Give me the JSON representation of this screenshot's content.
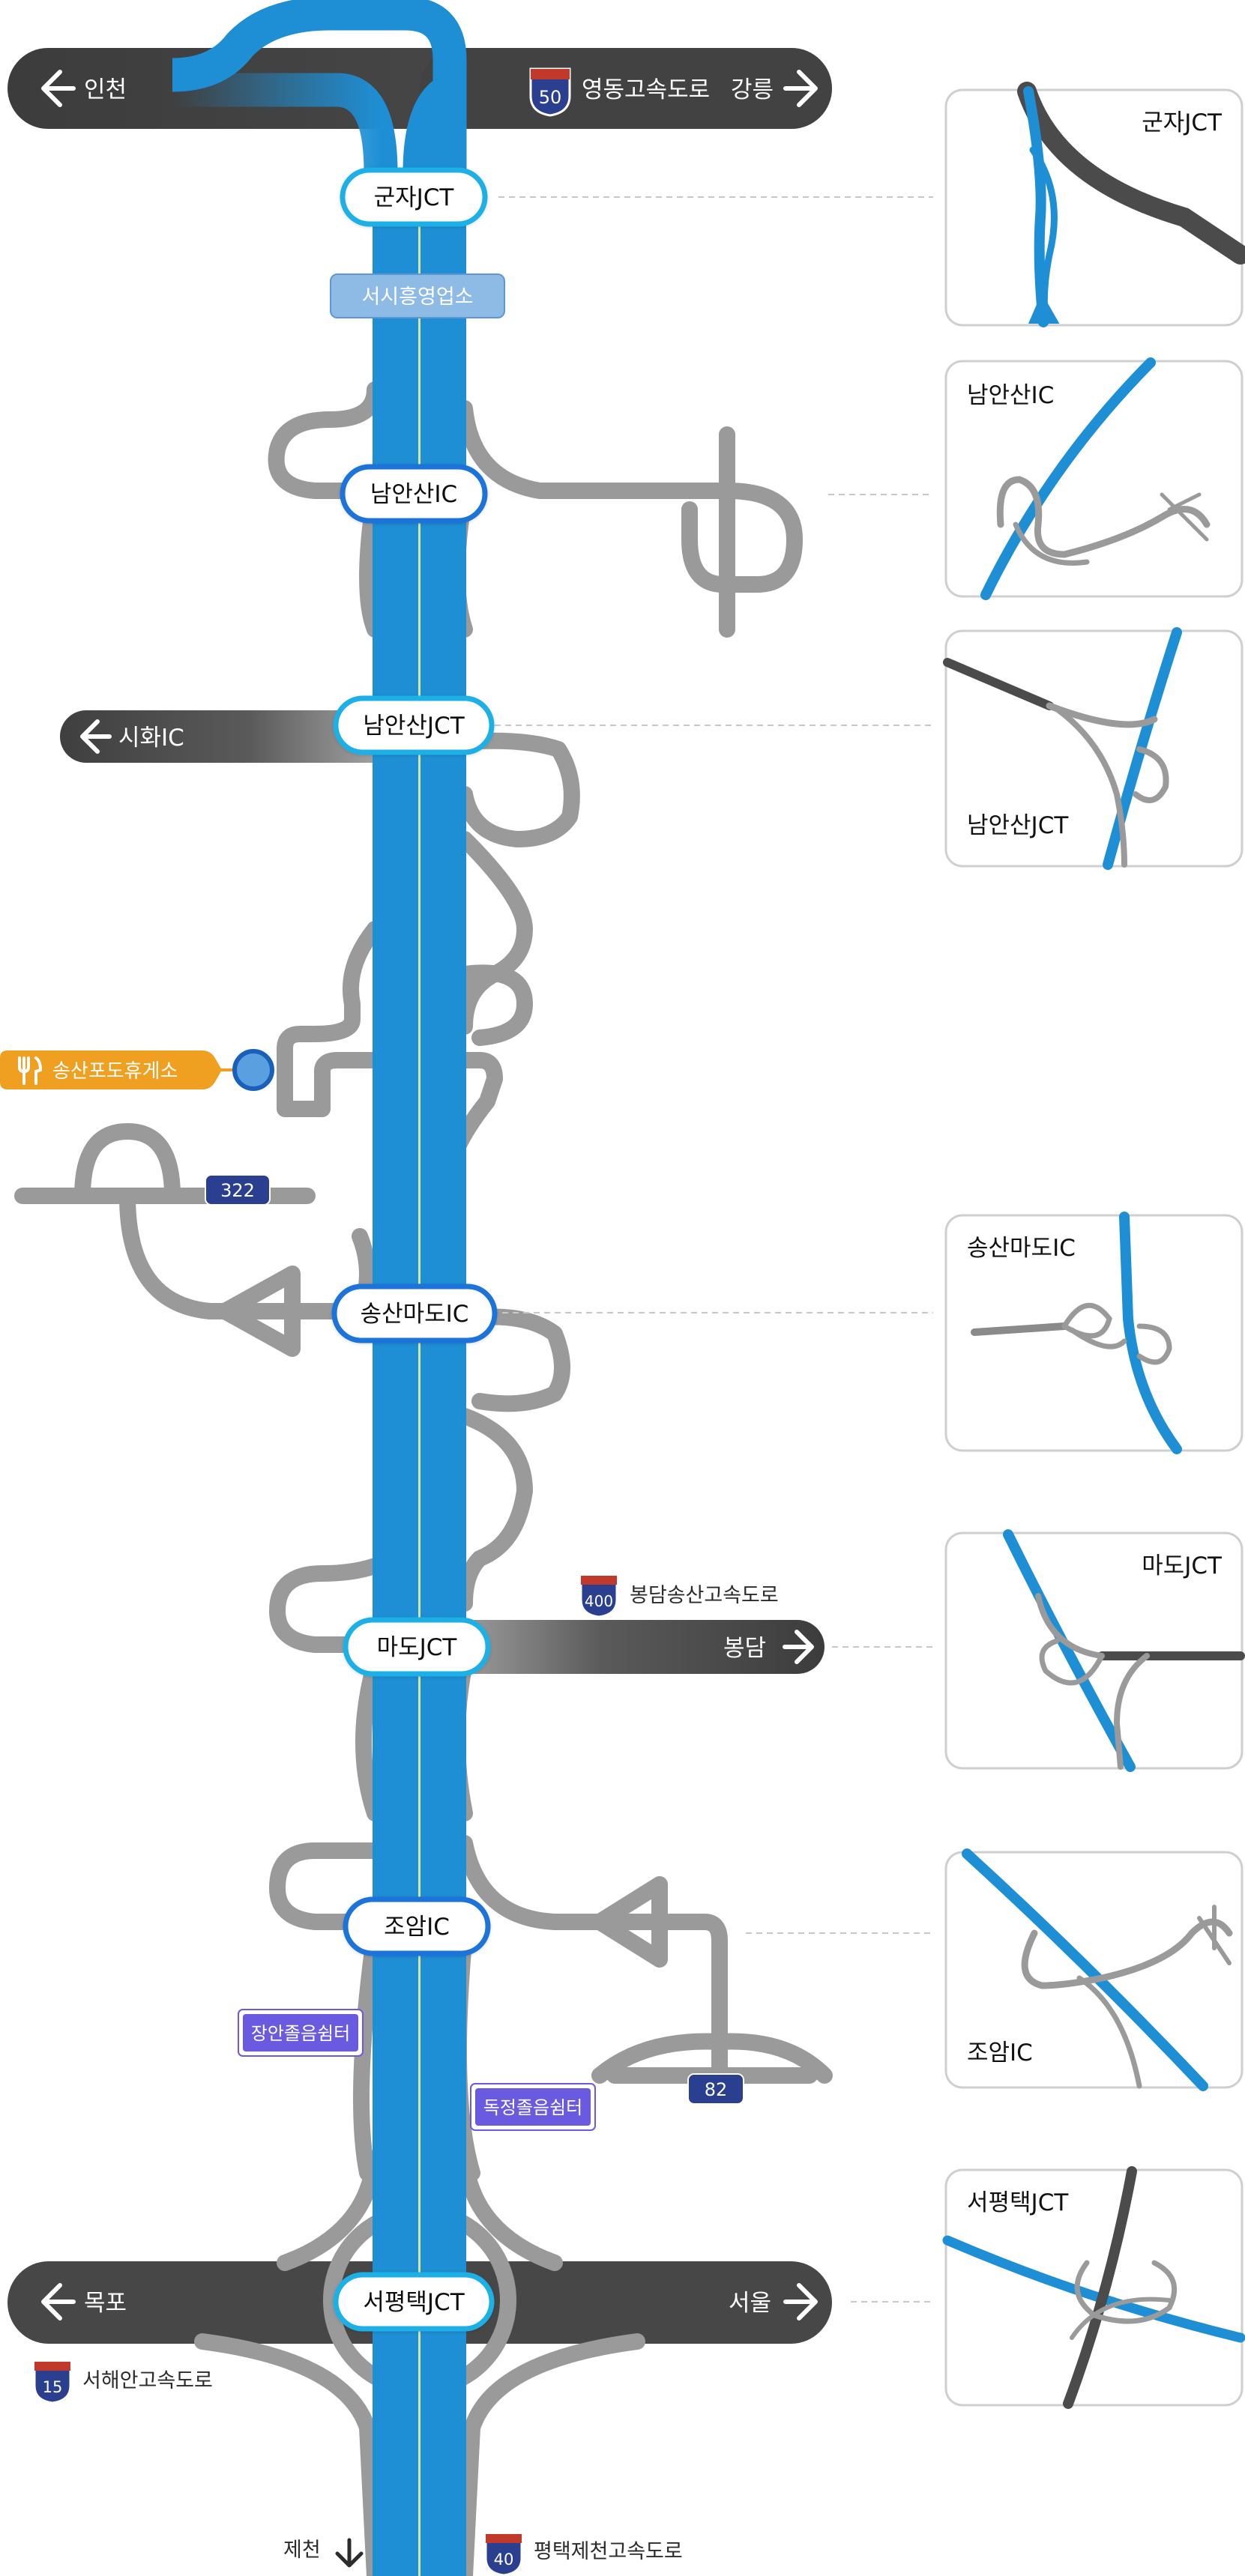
{
  "diagram": {
    "interchanges": [
      {
        "name": "군자JCT"
      },
      {
        "name": "남안산IC"
      },
      {
        "name": "남안산JCT"
      },
      {
        "name": "송산마도IC"
      },
      {
        "name": "마도JCT"
      },
      {
        "name": "조암IC"
      },
      {
        "name": "서평택JCT"
      }
    ],
    "toll_office": "서시흥영업소",
    "directions": {
      "incheon": "인천",
      "gangneung": "강릉",
      "sihwa": "시화IC",
      "bongdam": "봉담",
      "mokpo": "목포",
      "seoul": "서울",
      "jecheon": "제천"
    },
    "highways": {
      "yeongdong": {
        "number": "50",
        "name": "영동고속도로"
      },
      "bongdam_songsan": {
        "number": "400",
        "name": "봉담송산고속도로"
      },
      "seohaean": {
        "number": "15",
        "name": "서해안고속도로"
      },
      "pyeongtaek_jecheon": {
        "number": "40",
        "name": "평택제천고속도로"
      }
    },
    "rest_area": {
      "name": "송산포도휴게소",
      "icon": "fork-knife-icon"
    },
    "local_routes": [
      "322",
      "82"
    ],
    "rest_stops": [
      "장안졸음쉼터",
      "독정졸음쉼터"
    ],
    "thumbnails": [
      {
        "label": "군자JCT"
      },
      {
        "label": "남안산IC"
      },
      {
        "label": "남안산JCT"
      },
      {
        "label": "송산마도IC"
      },
      {
        "label": "마도JCT"
      },
      {
        "label": "조암IC"
      },
      {
        "label": "서평택JCT"
      }
    ],
    "colors": {
      "main_road": "#1e8fd5",
      "dark_road": "#4a4a4a",
      "ramp": "#9a9a9a",
      "node_ring_jct": "#1fb0e6",
      "node_ring_ic": "#1a73d9",
      "rest_area": "#f0a020",
      "route_badge": "#2a3f8f",
      "rest_stop": "#6a5ae0",
      "toll_office": "#8dbbe6"
    }
  }
}
